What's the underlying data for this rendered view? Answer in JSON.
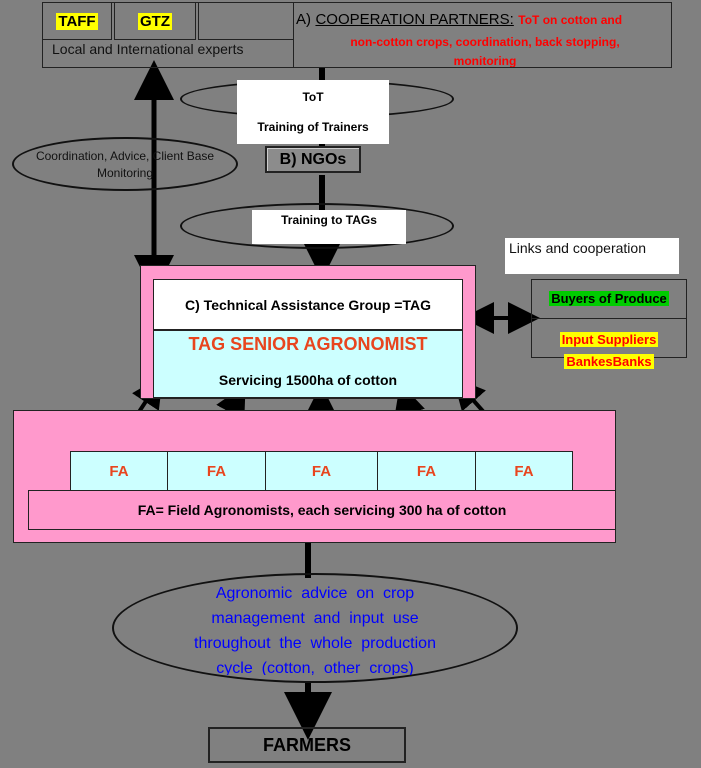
{
  "partners": {
    "taff": "TAFF",
    "gtz": "GTZ",
    "experts": "Local and International  experts",
    "heading_prefix": "A)",
    "heading": "COOPERATION PARTNERS:",
    "heading_note_line1": "ToT on cotton and",
    "heading_note_line2": "non-cotton crops, coordination, back stopping,",
    "heading_note_line3": "monitoring"
  },
  "tot": {
    "title": "ToT",
    "subtitle": "Training of Trainers"
  },
  "coordination": {
    "line1": "Coordination, Advice, Client Base",
    "line2": "Monitoring"
  },
  "ngo": {
    "label": "B) NGOs"
  },
  "training_tags": {
    "label": "Training to TAGs"
  },
  "links": {
    "title": "Links and cooperation",
    "buyers": "Buyers of Produce",
    "input_suppliers": "Input Suppliers",
    "banks": "BankesBanks"
  },
  "tag": {
    "title": "C) Technical Assistance Group =TAG",
    "senior": "TAG SENIOR AGRONOMIST",
    "servicing": "Servicing 1500ha of cotton"
  },
  "fa": {
    "items": [
      "FA",
      "FA",
      "FA",
      "FA",
      "FA"
    ],
    "definition": "FA= Field Agronomists, each servicing 300 ha of cotton"
  },
  "advice": {
    "line1": "Agronomic  advice  on  crop",
    "line2": "management  and  input  use",
    "line3": "throughout  the  whole  production",
    "line4": "cycle  (cotton,  other  crops)"
  },
  "farmers": {
    "label": "FARMERS"
  },
  "colors": {
    "background": "#808080",
    "pink": "#ff99cc",
    "light_cyan": "#ccffff",
    "green": "#00cc00",
    "red": "#ff0000",
    "orange_red": "#e8451e",
    "blue": "#0000ff",
    "yellow": "#ffff00"
  }
}
